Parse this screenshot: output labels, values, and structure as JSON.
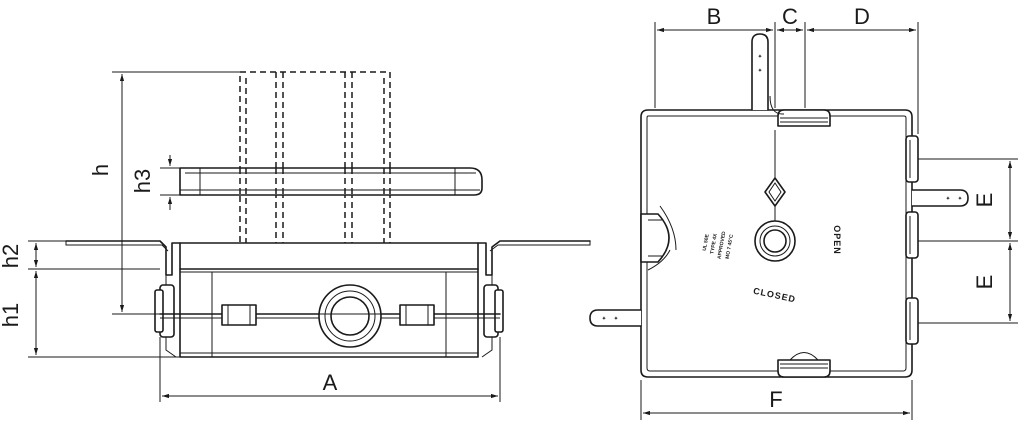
{
  "dimensions": {
    "A": "A",
    "B": "B",
    "C": "C",
    "D": "D",
    "E1": "E",
    "E2": "E",
    "F": "F",
    "h": "h",
    "h1": "h1",
    "h2": "h2",
    "h3": "h3"
  },
  "plate": {
    "open": "OPEN",
    "closed": "CLOSED",
    "approval": [
      "UL 50E",
      "TYPE 4X",
      "APPROVED",
      "MO 7 45°C"
    ]
  }
}
